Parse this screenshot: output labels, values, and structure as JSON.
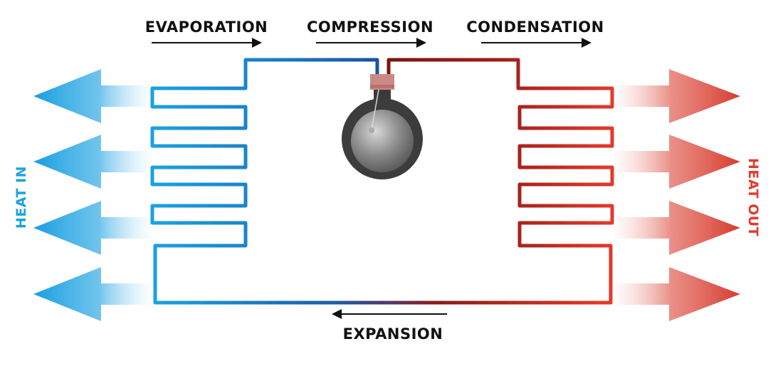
{
  "labels": {
    "evaporation": "EVAPORATION",
    "compression": "COMPRESSION",
    "condensation": "CONDENSATION",
    "expansion": "EXPANSION",
    "heat_in": "HEAT IN",
    "heat_out": "HEAT OUT"
  },
  "colors": {
    "cold": "#1aa2e0",
    "cold_dark": "#1565b0",
    "hot": "#e23b2c",
    "hot_dark": "#8e1a16",
    "compressor_body": "#3c3c3c",
    "compressor_head": "#c98a86",
    "label_text": "#111111"
  }
}
